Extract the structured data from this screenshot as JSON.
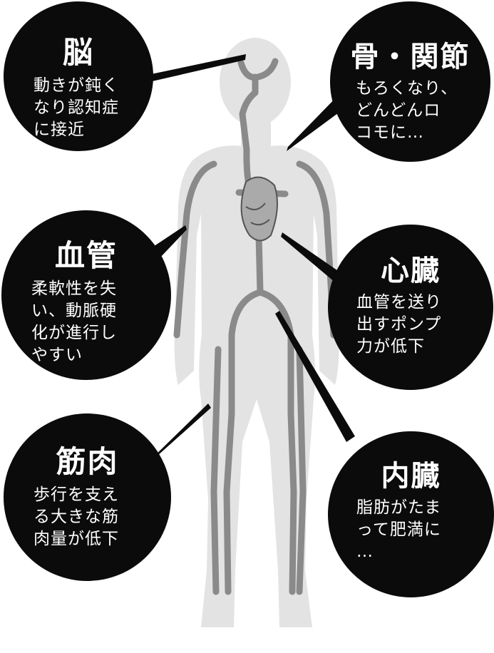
{
  "colors": {
    "bubble": "#0b0b0b",
    "text": "#ffffff",
    "body_fill": "#e3e3e3",
    "vessel": "#8a8a8a"
  },
  "callouts": {
    "brain": {
      "title": "脳",
      "lines": [
        "動きが鈍く",
        "なり認知症",
        "に接近"
      ]
    },
    "bone": {
      "title": "骨・関節",
      "lines": [
        "もろくなり、",
        "どんどんロ",
        "コモに…"
      ]
    },
    "vessel": {
      "title": "血管",
      "lines": [
        "柔軟性を失",
        "い、動脈硬",
        "化が進行し",
        "やすい"
      ]
    },
    "heart": {
      "title": "心臓",
      "lines": [
        "血管を送り",
        "出すポンプ",
        "力が低下"
      ]
    },
    "muscle": {
      "title": "筋肉",
      "lines": [
        "歩行を支え",
        "る大きな筋",
        "肉量が低下"
      ]
    },
    "organ": {
      "title": "内臓",
      "lines": [
        "脂肪がたま",
        "って肥満に",
        "…"
      ]
    }
  }
}
